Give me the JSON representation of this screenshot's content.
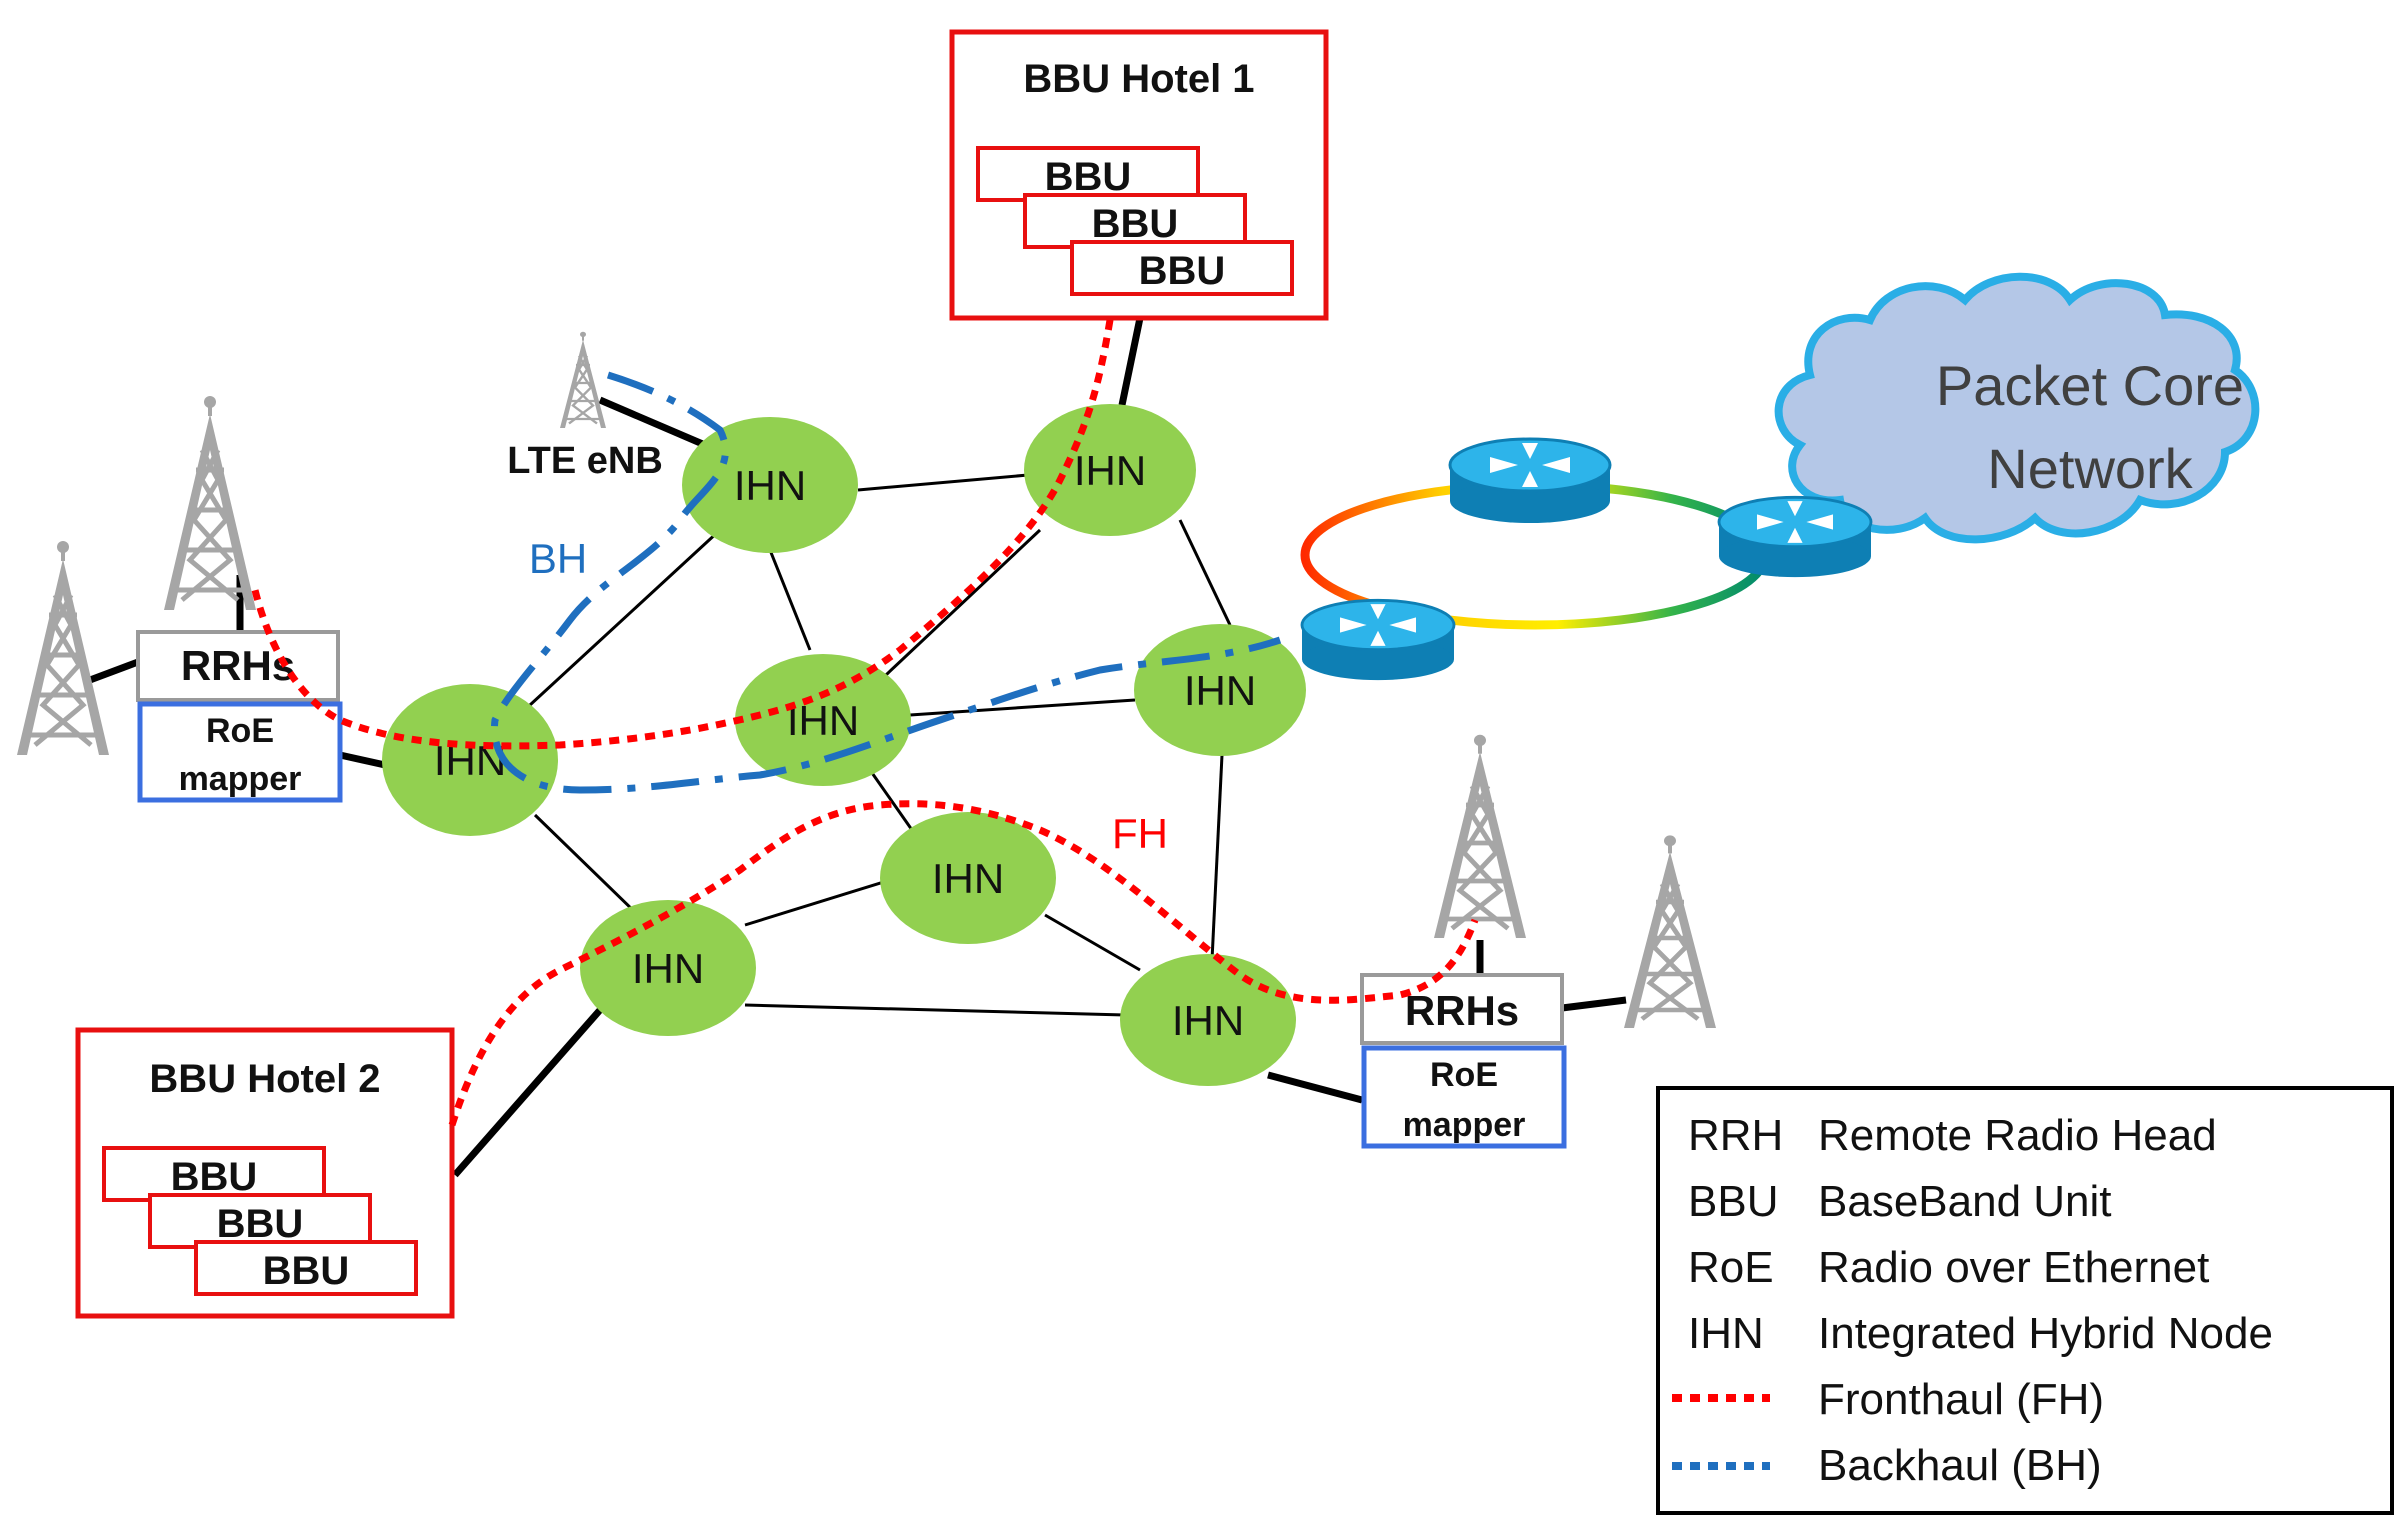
{
  "colors": {
    "ihn_fill": "#92d050",
    "fronthaul": "#ff0000",
    "backhaul": "#1f6fbf",
    "bbu_border": "#e81010",
    "roe_border": "#3b6fe0",
    "rrh_border": "#9a9a9a",
    "cloud_fill": "#b4c7e7",
    "cloud_border": "#2aaee6",
    "router_fill": "#1aa0d8",
    "tower": "#a6a6a6"
  },
  "bbu_hotel_1": {
    "title": "BBU Hotel 1",
    "bbus": [
      "BBU",
      "BBU",
      "BBU"
    ]
  },
  "bbu_hotel_2": {
    "title": "BBU Hotel 2",
    "bbus": [
      "BBU",
      "BBU",
      "BBU"
    ]
  },
  "lte_enb": {
    "label": "LTE eNB"
  },
  "packet_core": {
    "line1": "Packet Core",
    "line2": "Network"
  },
  "rrh_left": {
    "rrh": "RRHs",
    "roe_line1": "RoE",
    "roe_line2": "mapper"
  },
  "rrh_right": {
    "rrh": "RRHs",
    "roe_line1": "RoE",
    "roe_line2": "mapper"
  },
  "ihn_label": "IHN",
  "link_labels": {
    "bh": "BH",
    "fh": "FH"
  },
  "legend": [
    {
      "abbr": "RRH",
      "desc": "Remote Radio Head"
    },
    {
      "abbr": "BBU",
      "desc": "BaseBand Unit"
    },
    {
      "abbr": "RoE",
      "desc": "Radio over Ethernet"
    },
    {
      "abbr": "IHN",
      "desc": "Integrated Hybrid Node"
    },
    {
      "abbr": "",
      "desc": "Fronthaul (FH)",
      "line": "fronthaul"
    },
    {
      "abbr": "",
      "desc": "Backhaul (BH)",
      "line": "backhaul"
    }
  ]
}
